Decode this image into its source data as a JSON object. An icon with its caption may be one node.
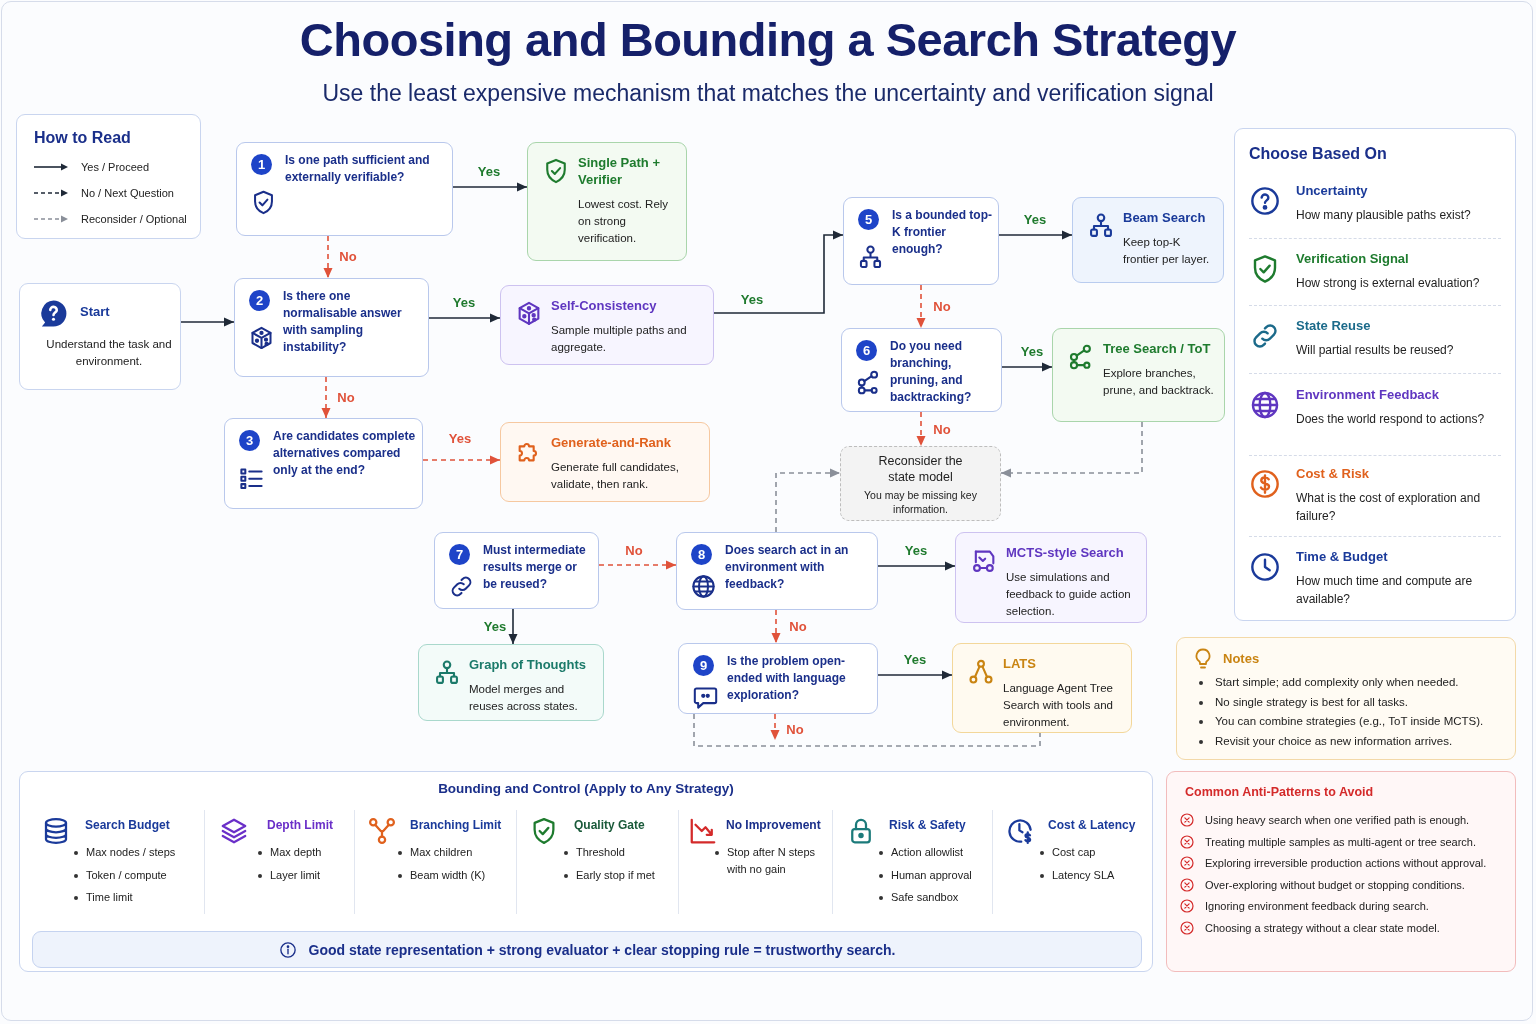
{
  "diagram": {
    "title": "Choosing and Bounding a Search Strategy",
    "nodes": [
      {
        "text": [
          "How to Read"
        ]
      },
      {
        "text": [
          "1",
          "Is one path sufficient and externally verifiable?"
        ]
      },
      {
        "text": [
          "Single Path + Verifier",
          "Lowest cost. Rely on strong verification."
        ]
      },
      {
        "text": [
          "Start",
          "Understand the task and environment."
        ]
      },
      {
        "text": [
          "2",
          "Is there one normalisable answer with sampling instability?"
        ]
      },
      {
        "text": [
          "Self-Consistency",
          "Sample multiple paths and aggregate."
        ]
      },
      {
        "text": [
          "3",
          "Are candidates complete alternatives compared only at the end?"
        ]
      },
      {
        "text": [
          "Generate-and-Rank",
          "Generate full candidates, validate, then rank."
        ]
      },
      {
        "text": [
          "5",
          "Is a bounded top-K frontier enough?"
        ]
      },
      {
        "text": [
          "Beam Search",
          "Keep top-K frontier per layer."
        ]
      },
      {
        "text": [
          "6",
          "Do you need branching, pruning, and backtracking?"
        ]
      },
      {
        "text": [
          "Tree Search / ToT",
          "Explore branches, prune, and backtrack."
        ]
      },
      {
        "text": [
          "Reconsider the state model",
          "You may be missing key information."
        ]
      },
      {
        "text": [
          "7",
          "Must intermediate results merge or be reused?"
        ]
      },
      {
        "text": [
          "8",
          "Does search act in an environment with feedback?"
        ]
      },
      {
        "text": [
          "MCTS-style Search",
          "Use simulations and feedback to guide action selection."
        ]
      },
      {
        "text": [
          "Graph of Thoughts",
          "Model merges and reuses across states."
        ]
      },
      {
        "text": [
          "9",
          "Is the problem open-ended with language exploration?"
        ]
      },
      {
        "text": [
          "LATS",
          "Language Agent Tree Search with tools and environment."
        ]
      },
      {
        "text": [
          "Choose Based On",
          "Uncertainty",
          "How many plausible paths exist?",
          "Verification Signal",
          "How strong is external evaluation?",
          "State Reuse",
          "Will partial results be reused?",
          "Environment Feedback",
          "Does the world respond to actions?",
          "Cost & Risk",
          "What is the cost of exploration and failure?",
          "Time & Budget",
          "How much time and compute are available?"
        ]
      },
      {
        "text": [
          "Notes",
          "Start simple; add complexity only when needed.",
          "No single strategy is best for all tasks.",
          "You can combine strategies (e.g., ToT inside MCTS).",
          "Revisit your choice as new information arrives."
        ]
      },
      {
        "text": [
          "Bounding and Control (Apply to Any Strategy)",
          "Search Budget",
          "Max nodes / steps",
          "Token / compute",
          "Time limit",
          "Depth Limit",
          "Max depth",
          "Layer limit",
          "Branching Limit",
          "Max children",
          "Beam width (K)",
          "Quality Gate",
          "Threshold",
          "Early stop if met",
          "No Improvement",
          "Stop after N steps with no gain",
          "Risk & Safety",
          "Action allowlist",
          "Human approval",
          "Safe sandbox",
          "Cost & Latency",
          "Cost cap",
          "Latency SLA"
        ]
      },
      {
        "text": [
          "Good state representation + strong evaluator + clear stopping rule = trustworthy search."
        ],
        "in": 21
      },
      {
        "text": [
          "Common Anti-Patterns to Avoid",
          "Using heavy search when one verified path is enough.",
          "Treating multiple samples as multi-agent or tree search.",
          "Exploring irreversible production actions without approval.",
          "Over-exploring without budget or stopping conditions.",
          "Ignoring environment feedback during search.",
          "Choosing a strategy without a clear state model."
        ]
      }
    ],
    "edges": [
      {
        "from": 3,
        "to": 4,
        "arrow": "to"
      },
      {
        "from": 1,
        "to": 2,
        "arrow": "to",
        "label": "Yes"
      },
      {
        "from": 1,
        "to": 4,
        "arrow": "to",
        "label": "No",
        "style": "dashed",
        "color": "#e0523a"
      },
      {
        "from": 4,
        "to": 5,
        "arrow": "to",
        "label": "Yes"
      },
      {
        "from": 4,
        "to": 6,
        "arrow": "to",
        "label": "No",
        "style": "dashed",
        "color": "#e0523a"
      },
      {
        "from": 6,
        "to": 7,
        "arrow": "to",
        "label": "Yes",
        "style": "dashed",
        "color": "#e0523a"
      },
      {
        "from": 5,
        "to": 8,
        "arrow": "to",
        "label": "Yes"
      },
      {
        "from": 8,
        "to": 9,
        "arrow": "to",
        "label": "Yes"
      },
      {
        "from": 8,
        "to": 10,
        "arrow": "to",
        "label": "No",
        "style": "dashed",
        "color": "#e0523a"
      },
      {
        "from": 10,
        "to": 11,
        "arrow": "to",
        "label": "Yes"
      },
      {
        "from": 10,
        "to": 12,
        "arrow": "to",
        "label": "No",
        "style": "dashed",
        "color": "#e0523a"
      },
      {
        "from": 11,
        "to": 12,
        "arrow": "to",
        "style": "dashed",
        "color": "#8a8f99"
      },
      {
        "from": 14,
        "to": 12,
        "arrow": "to",
        "style": "dashed",
        "color": "#8a8f99"
      },
      {
        "from": 13,
        "to": 14,
        "arrow": "to",
        "label": "No",
        "style": "dashed",
        "color": "#e0523a"
      },
      {
        "from": 13,
        "to": 16,
        "arrow": "to",
        "label": "Yes"
      },
      {
        "from": 14,
        "to": 15,
        "arrow": "to",
        "label": "Yes"
      },
      {
        "from": 14,
        "to": 17,
        "arrow": "to",
        "label": "No",
        "style": "dashed",
        "color": "#e0523a"
      },
      {
        "from": 17,
        "to": 18,
        "arrow": "to",
        "label": "Yes"
      },
      {
        "from": 17,
        "to": null,
        "arrow": "to",
        "label": "No",
        "style": "dashed",
        "color": "#e0523a"
      },
      {
        "from": 17,
        "to": 18,
        "arrow": "none",
        "style": "dashed",
        "color": "#8a8f99"
      }
    ],
    "labels": [
      "Use the least expensive mechanism that matches the uncertainty and verification signal"
    ],
    "legend": [
      {
        "text": "Yes / Proceed"
      },
      {
        "text": "No / Next Question"
      },
      {
        "text": "Reconsider / Optional"
      }
    ]
  }
}
